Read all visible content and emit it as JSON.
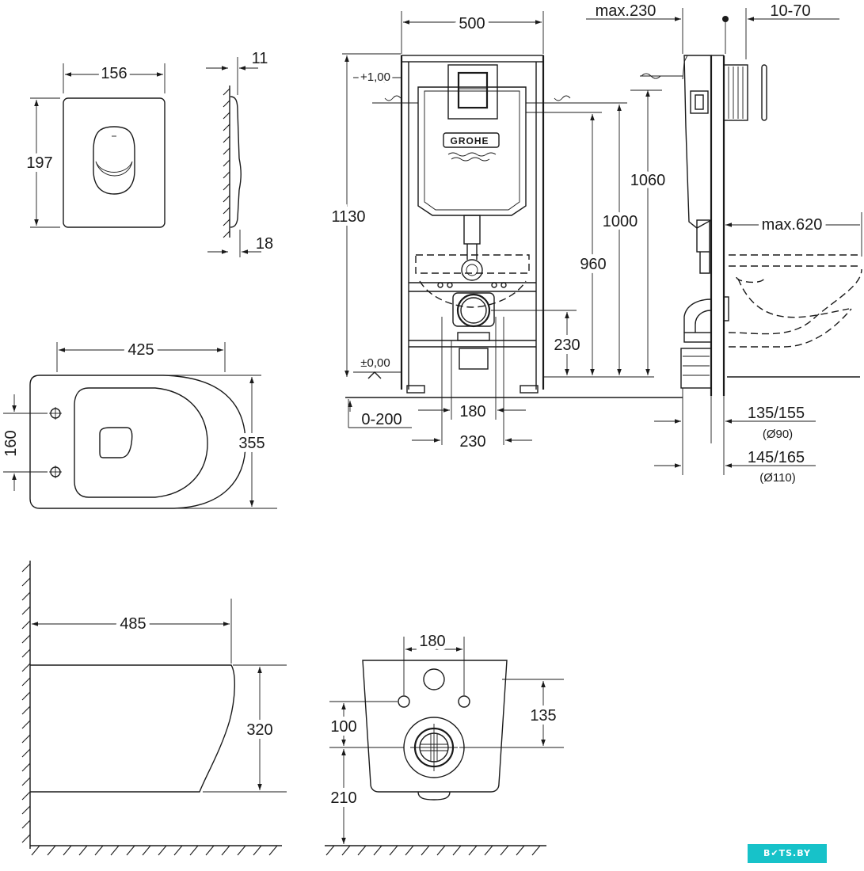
{
  "dimensions": {
    "plate_width": "156",
    "plate_height": "197",
    "plate_depth_top": "11",
    "plate_depth_bottom": "18",
    "frame_width": "500",
    "side_max_230": "max.230",
    "side_10_70": "10-70",
    "level_top": "+1,00",
    "level_zero": "±0,00",
    "height_1130": "1130",
    "height_1060": "1060",
    "height_1000": "1000",
    "height_960": "960",
    "height_230": "230",
    "max_620": "max.620",
    "adj_0_200": "0-200",
    "width_180": "180",
    "width_230": "230",
    "pipe_135_155": "135/155",
    "pipe_d90": "(Ø90)",
    "pipe_145_165": "145/165",
    "pipe_d110": "(Ø110)",
    "bowl_width": "425",
    "bowl_holes": "160",
    "bowl_length_355": "355",
    "side_length_485": "485",
    "side_height_320": "320",
    "rear_spacing_180": "180",
    "rear_135": "135",
    "rear_100": "100",
    "rear_210": "210"
  },
  "brand_logo": "GROHE",
  "watermark": "B✔TS.BY",
  "colors": {
    "line": "#1a1a1a",
    "watermark_bg": "#17c2c9"
  }
}
